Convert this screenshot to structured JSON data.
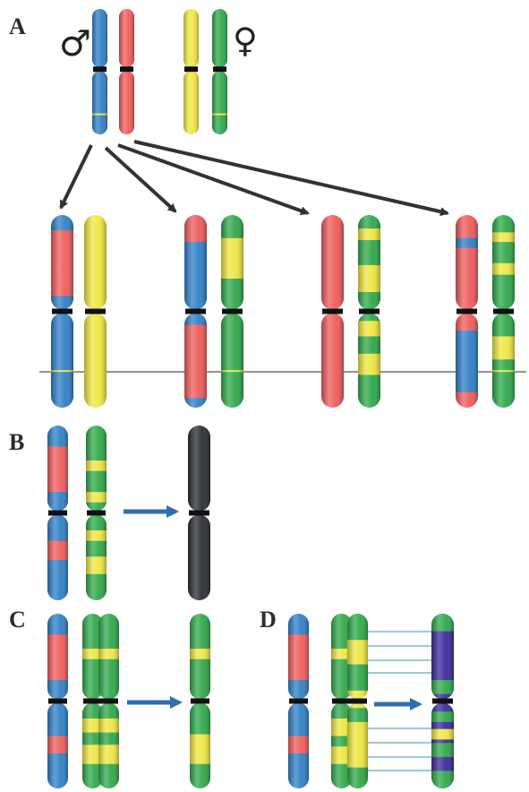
{
  "panel_labels": [
    "A",
    "B",
    "C",
    "D"
  ],
  "sex_symbols": {
    "male": "♂",
    "female": "♀"
  },
  "colors": {
    "blue": "#2f7fc6",
    "red": "#ef5b5b",
    "yellow": "#efe640",
    "green": "#2ea84a",
    "black": "#2a2d33",
    "purple": "#3b2a9c",
    "arrow_blue": "#2f6fb0",
    "arrow_dark": "#333333",
    "link_line": "#5aa8d8"
  }
}
